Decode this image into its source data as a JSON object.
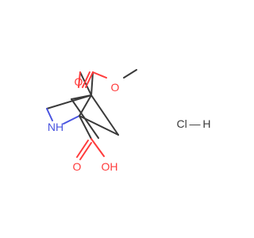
{
  "molecule": {
    "atoms": {
      "ester_carbonyl_o": "O",
      "ester_ether_o": "O",
      "ring_nitrogen": "NH",
      "acid_carbonyl_o": "O",
      "acid_hydroxyl": "OH"
    },
    "salt": {
      "label": "Cl — H"
    }
  },
  "colors": {
    "bond": "#3a3a3a",
    "oxygen": "#ff3c3c",
    "nitrogen": "#4a55e0",
    "background": "#ffffff"
  }
}
